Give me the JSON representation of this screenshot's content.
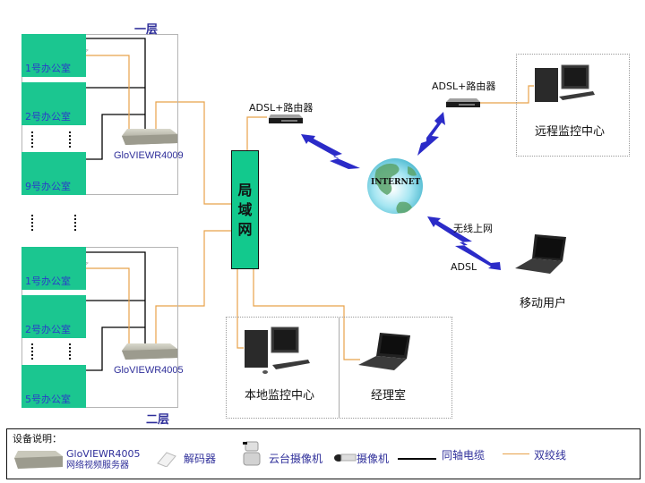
{
  "floor1": {
    "title": "一层",
    "rooms": [
      "1号办公室",
      "2号办公室",
      "9号办公室"
    ],
    "dvr_label": "GloVIEWR4009"
  },
  "floor2": {
    "title": "二层",
    "rooms": [
      "1号办公室",
      "2号办公室",
      "5号办公室"
    ],
    "dvr_label": "GloVIEWR4005"
  },
  "lan": {
    "chars": [
      "局",
      "域",
      "网"
    ]
  },
  "router_local": {
    "label": "ADSL+路由器"
  },
  "router_remote": {
    "label": "ADSL+路由器"
  },
  "internet": {
    "label": "INTERNET"
  },
  "remote_center": {
    "label": "远程监控中心"
  },
  "mobile": {
    "wireless_label": "无线上网",
    "adsl_label": "ADSL",
    "label": "移动用户"
  },
  "local_center": {
    "label": "本地监控中心"
  },
  "manager_room": {
    "label": "经理室"
  },
  "legend": {
    "title": "设备说明：",
    "dvr_line1": "GloVIEWR4005",
    "dvr_line2": "网络视频服务器",
    "decoder": "解码器",
    "ptz_camera": "云台摄像机",
    "camera": "摄像机",
    "coax": "同轴电缆",
    "twisted_pair": "双绞线"
  },
  "colors": {
    "room_green": "#1bc690",
    "lan_green": "#12c98d",
    "twisted_pair": "#e8a24a",
    "coax": "#000000",
    "wireless": "#2b2bc8",
    "label_blue": "#2f2f9a"
  }
}
